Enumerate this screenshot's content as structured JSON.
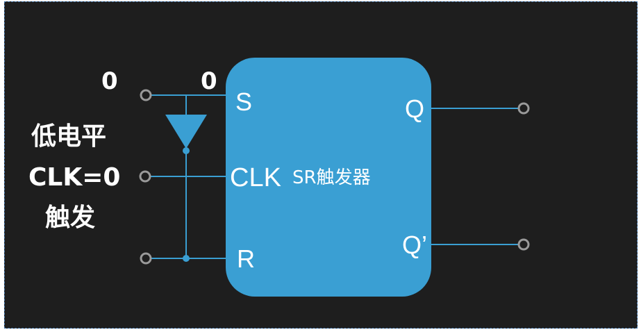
{
  "colors": {
    "background": "#1e1e1e",
    "block": "#3a9fd3",
    "wire": "#3a9fd3",
    "terminal": "#9a9a9a",
    "text": "#ffffff"
  },
  "annotation": {
    "line1": "低电平",
    "line2": "CLK=0",
    "line3": "触发"
  },
  "input_values": {
    "s_external": "0",
    "s_internal": "0"
  },
  "flipflop": {
    "name": "SR触发器",
    "pins": {
      "s": "S",
      "clk": "CLK",
      "r": "R",
      "q": "Q",
      "q_not": "Q’"
    }
  },
  "icons": {
    "inverter": "triangle-buffer-icon",
    "terminal": "hollow-circle-terminal-icon",
    "junction": "solid-dot-junction-icon"
  }
}
